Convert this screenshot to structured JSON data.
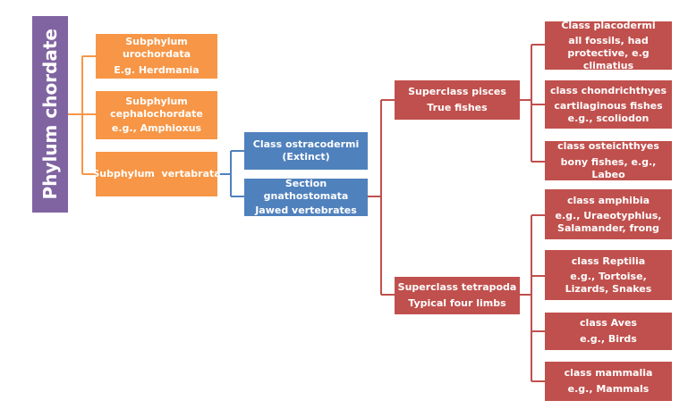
{
  "root": {
    "label": "Phylum chordate",
    "color": "#8064a2"
  },
  "subphyla": [
    {
      "title": "Subphylum urochordata",
      "subtitle": "E.g. Herdmania"
    },
    {
      "title": "Subphylum cephalochordate",
      "subtitle": "e.g., Amphioxus"
    },
    {
      "title": "Subphylum  vertabrata",
      "subtitle": ""
    }
  ],
  "vertebrata_classes": [
    {
      "title": "Class ostracodermi",
      "subtitle": "(Extinct)"
    },
    {
      "title": "Section gnathostomata",
      "subtitle": "Jawed vertebrates"
    }
  ],
  "superclasses": [
    {
      "title": "Superclass pisces",
      "subtitle": "True fishes"
    },
    {
      "title": "Superclass tetrapoda",
      "subtitle": "Typical four limbs"
    }
  ],
  "pisces_classes": [
    {
      "title": "Class placodermi",
      "subtitle": "all fossils, had protective, e.g climatius"
    },
    {
      "title": "class chondrichthyes",
      "subtitle": "cartilaginous fishes e.g., scoliodon"
    },
    {
      "title": "class osteichthyes",
      "subtitle": "bony fishes, e.g., Labeo"
    }
  ],
  "tetrapoda_classes": [
    {
      "title": "class amphibia",
      "subtitle": "e.g., Uraeotyphlus, Salamander, frong"
    },
    {
      "title": "class Reptilia",
      "subtitle": "e.g., Tortoise, Lizards, Snakes"
    },
    {
      "title": "class Aves",
      "subtitle": "e.g., Birds"
    },
    {
      "title": "class mammalia",
      "subtitle": "e.g., Mammals"
    }
  ],
  "colors": {
    "orange": "#f79646",
    "blue": "#4f81bd",
    "red": "#c0504d",
    "connector_orange": "#f79646",
    "connector_blue": "#4f81bd",
    "connector_red": "#c0504d"
  }
}
